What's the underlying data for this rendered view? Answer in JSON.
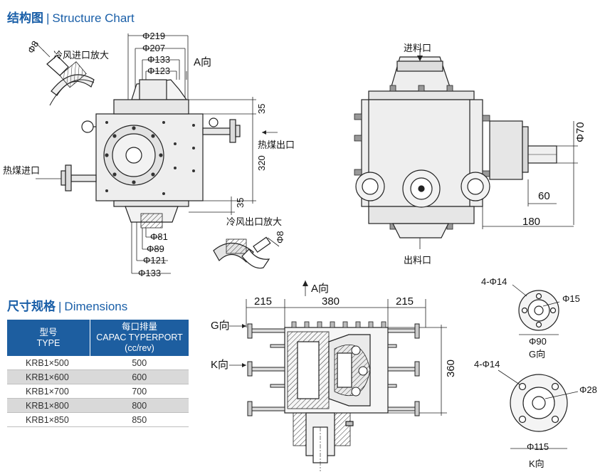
{
  "section_structure": {
    "cn": "结构图",
    "sep": "|",
    "en": "Structure Chart"
  },
  "section_dimensions": {
    "cn": "尺寸规格",
    "sep": "|",
    "en": "Dimensions"
  },
  "front_view": {
    "d219": "Φ219",
    "d207": "Φ207",
    "d133": "Φ133",
    "d123": "Φ123",
    "a_dir": "A向",
    "cool_in_enlarge": "冷风进口放大",
    "phi8_top": "Φ8",
    "dim35_top": "35",
    "dim320": "320",
    "dim35_bot": "35",
    "hot_out": "热煤出口",
    "hot_in": "热煤进口",
    "cool_out_enlarge": "冷风出口放大",
    "phi8_bot": "Φ8",
    "d81": "Φ81",
    "d89": "Φ89",
    "d121": "Φ121",
    "d133b": "Φ133"
  },
  "side_view": {
    "inlet": "进料口",
    "outlet": "出料口",
    "d70": "Φ70",
    "dim60": "60",
    "dim180": "180"
  },
  "section_view": {
    "a_dir": "A向",
    "dim215_left": "215",
    "dim380": "380",
    "dim215_right": "215",
    "g_dir": "G向",
    "k_dir": "K向",
    "dim360": "360"
  },
  "flange_g": {
    "holes": "4-Φ14",
    "bore": "Φ15",
    "od": "Φ90",
    "label": "G向"
  },
  "flange_k": {
    "holes": "4-Φ14",
    "bore": "Φ28",
    "od": "Φ115",
    "label": "K向"
  },
  "table": {
    "header_type_cn": "型号",
    "header_type_en": "TYPE",
    "header_cap_cn": "每口排量",
    "header_cap_en": "CAPAC TYPERPORT",
    "header_cap_unit": "(cc/rev)",
    "rows": [
      {
        "type": "KRB1×500",
        "cap": "500"
      },
      {
        "type": "KRB1×600",
        "cap": "600"
      },
      {
        "type": "KRB1×700",
        "cap": "700"
      },
      {
        "type": "KRB1×800",
        "cap": "800"
      },
      {
        "type": "KRB1×850",
        "cap": "850"
      }
    ]
  }
}
